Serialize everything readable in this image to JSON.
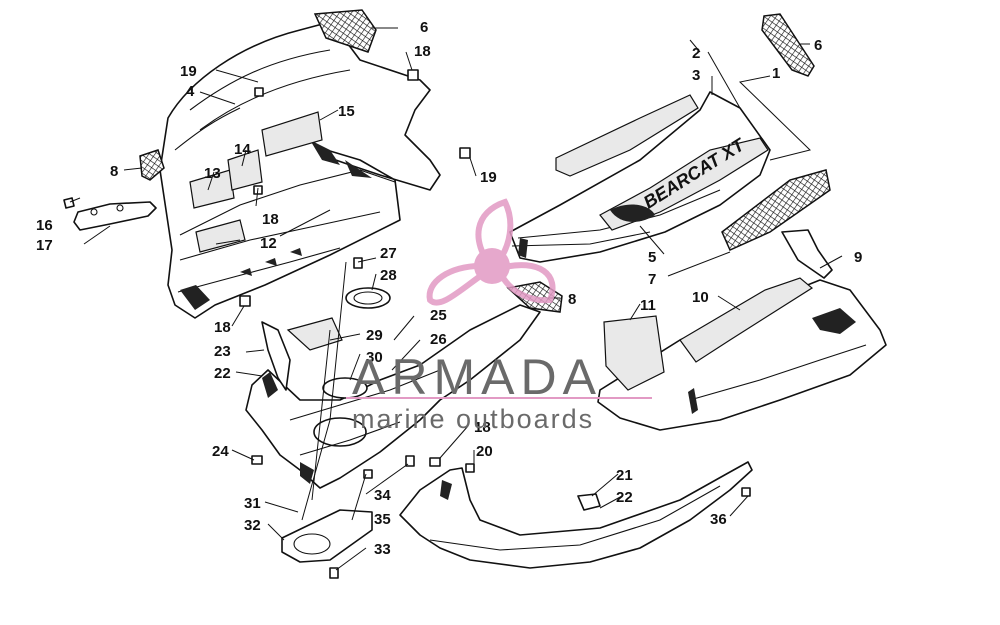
{
  "diagram": {
    "decal_text": "BEARCAT XT",
    "callouts": [
      {
        "id": "c1",
        "label": "1"
      },
      {
        "id": "c2",
        "label": "2"
      },
      {
        "id": "c3",
        "label": "3"
      },
      {
        "id": "c4",
        "label": "4"
      },
      {
        "id": "c5",
        "label": "5"
      },
      {
        "id": "c6a",
        "label": "6"
      },
      {
        "id": "c6b",
        "label": "6"
      },
      {
        "id": "c7",
        "label": "7"
      },
      {
        "id": "c8a",
        "label": "8"
      },
      {
        "id": "c8b",
        "label": "8"
      },
      {
        "id": "c9",
        "label": "9"
      },
      {
        "id": "c10",
        "label": "10"
      },
      {
        "id": "c11",
        "label": "11"
      },
      {
        "id": "c12",
        "label": "12"
      },
      {
        "id": "c13",
        "label": "13"
      },
      {
        "id": "c14",
        "label": "14"
      },
      {
        "id": "c15",
        "label": "15"
      },
      {
        "id": "c16",
        "label": "16"
      },
      {
        "id": "c17",
        "label": "17"
      },
      {
        "id": "c18a",
        "label": "18"
      },
      {
        "id": "c18b",
        "label": "18"
      },
      {
        "id": "c18c",
        "label": "18"
      },
      {
        "id": "c18d",
        "label": "18"
      },
      {
        "id": "c19a",
        "label": "19"
      },
      {
        "id": "c19b",
        "label": "19"
      },
      {
        "id": "c20",
        "label": "20"
      },
      {
        "id": "c21",
        "label": "21"
      },
      {
        "id": "c22a",
        "label": "22"
      },
      {
        "id": "c22b",
        "label": "22"
      },
      {
        "id": "c23",
        "label": "23"
      },
      {
        "id": "c24",
        "label": "24"
      },
      {
        "id": "c25",
        "label": "25"
      },
      {
        "id": "c26",
        "label": "26"
      },
      {
        "id": "c27",
        "label": "27"
      },
      {
        "id": "c28",
        "label": "28"
      },
      {
        "id": "c29",
        "label": "29"
      },
      {
        "id": "c30",
        "label": "30"
      },
      {
        "id": "c31",
        "label": "31"
      },
      {
        "id": "c32",
        "label": "32"
      },
      {
        "id": "c33",
        "label": "33"
      },
      {
        "id": "c34",
        "label": "34"
      },
      {
        "id": "c35",
        "label": "35"
      },
      {
        "id": "c36",
        "label": "36"
      }
    ]
  },
  "watermark": {
    "brand": "ARMADA",
    "tagline": "marine outboards",
    "logo_color": "#e29ac4",
    "text_color": "#6a6a6a"
  }
}
